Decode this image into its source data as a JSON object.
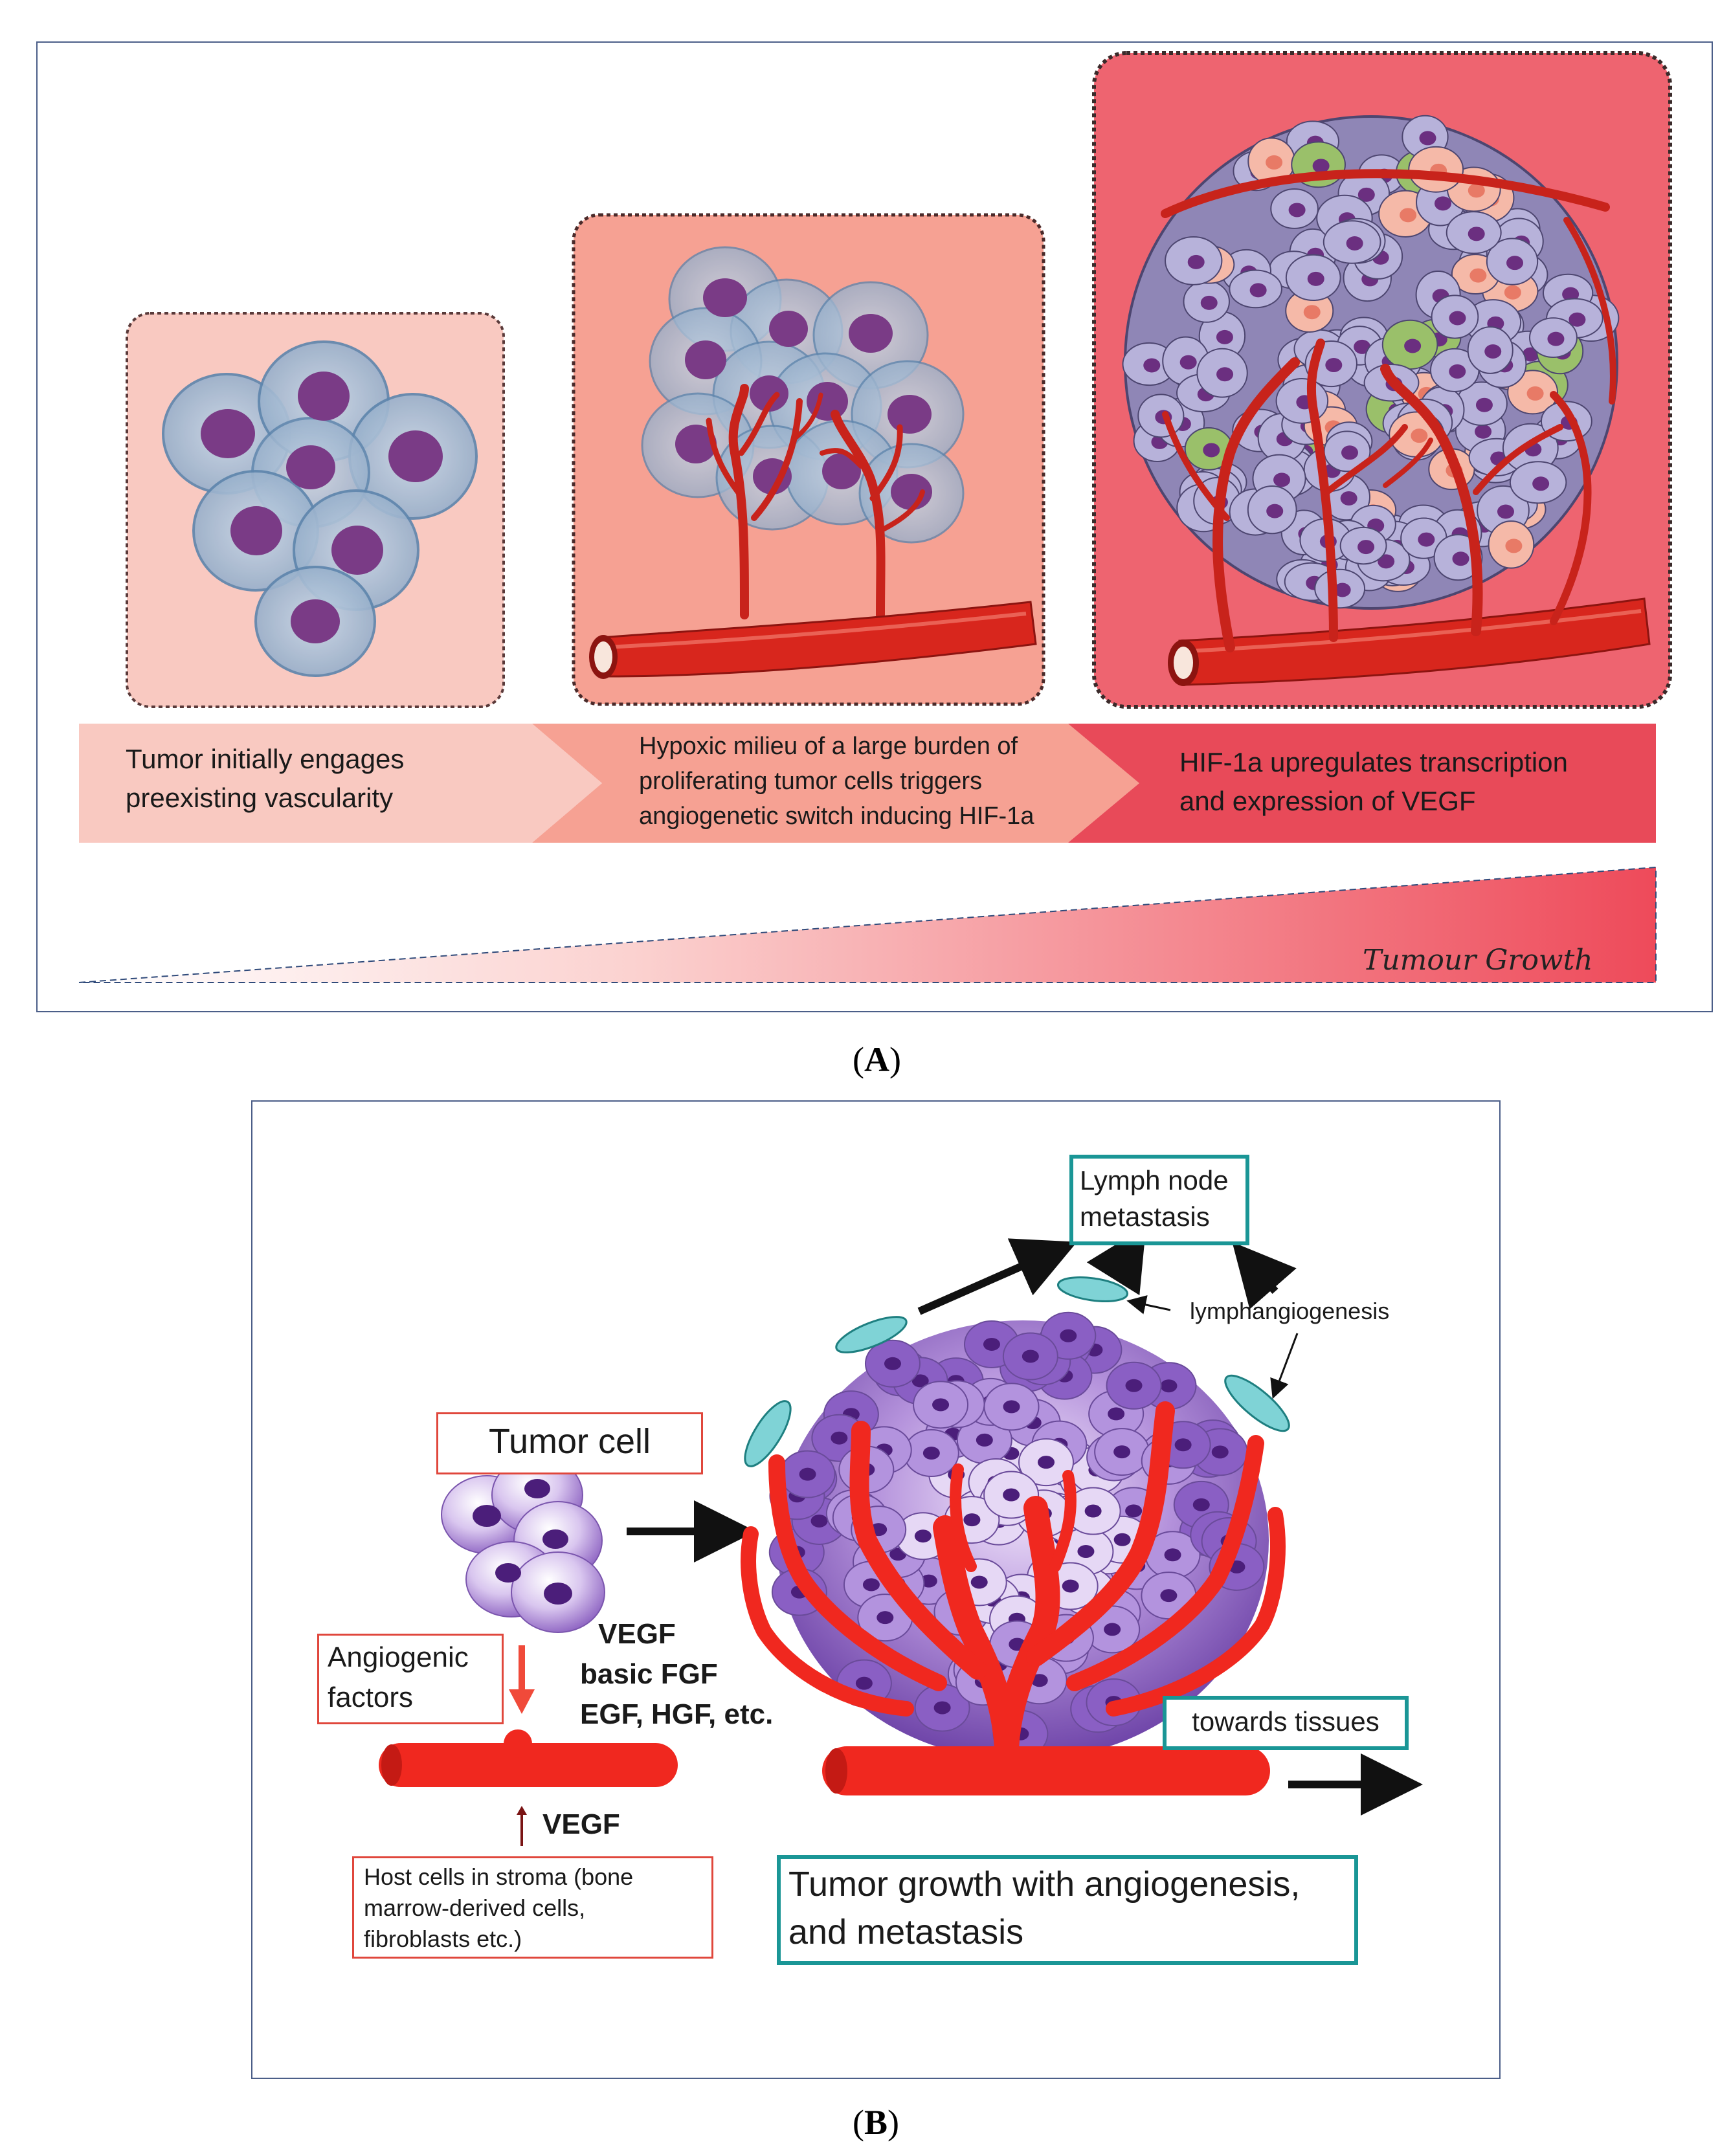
{
  "panel_a": {
    "label_open": "(",
    "label_letter": "A",
    "label_close": ")",
    "stages": [
      {
        "text_lines": [
          "Tumor initially engages",
          "preexisting vascularity"
        ]
      },
      {
        "text_lines": [
          "Hypoxic milieu of a large burden of",
          "proliferating tumor cells triggers",
          "angiogenetic switch inducing HIF-1a"
        ]
      },
      {
        "text_lines": [
          "HIF-1a upregulates transcription",
          "and expression of VEGF"
        ]
      }
    ],
    "growth_label": "Tumour Growth",
    "colors": {
      "stage1": "#f9c9c1",
      "stage2": "#f6a193",
      "stage3": "#ee6470",
      "vessel": "#d8261d",
      "cell": "#a9bfd6",
      "nucleus": "#7a3b86"
    }
  },
  "panel_b": {
    "label_open": "(",
    "label_letter": "B",
    "label_close": ")",
    "tumor_cell_label": "Tumor cell",
    "angiogenic_label_lines": [
      "Angiogenic",
      "factors"
    ],
    "factors_lines": [
      "VEGF",
      "basic FGF",
      "EGF, HGF, etc."
    ],
    "vegf_label": "VEGF",
    "host_cells_lines": [
      "Host cells in stroma (bone",
      "marrow-derived cells,",
      "fibroblasts etc.)"
    ],
    "lymph_node_lines": [
      "Lymph node",
      "metastasis"
    ],
    "lymphangiogenesis_label": "lymphangiogenesis",
    "towards_tissues_label": "towards tissues",
    "growth_caption_lines": [
      "Tumor growth with angiogenesis,",
      "and metastasis"
    ],
    "colors": {
      "red_box": "#e0473c",
      "teal_box": "#1a9696",
      "vessel": "#f0281f",
      "tumor": "#8b62c0",
      "lymph": "#7fd3d6"
    }
  }
}
